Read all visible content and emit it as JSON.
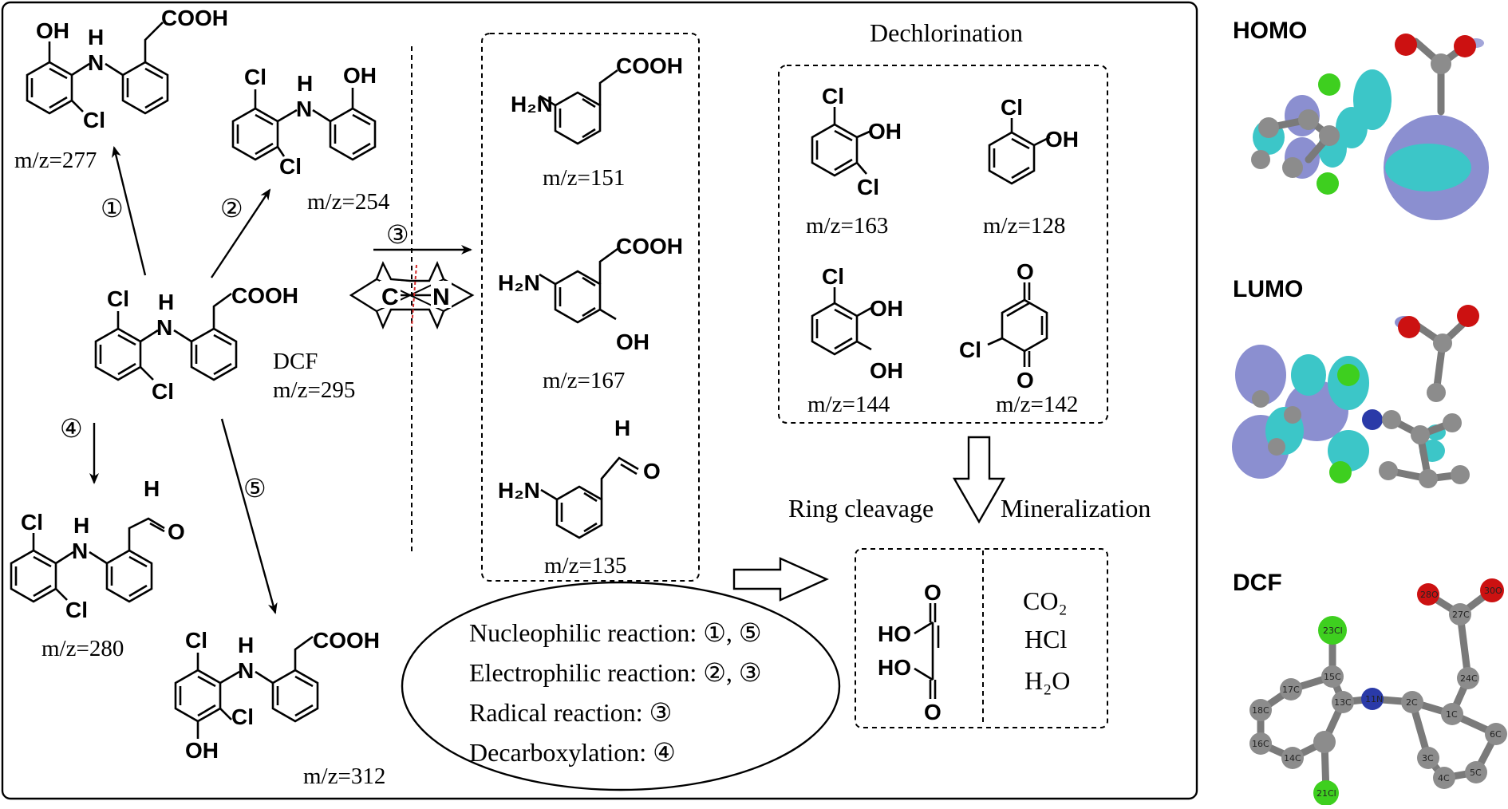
{
  "colors": {
    "carbon": "#8c8c8c",
    "oxygen": "#cc1111",
    "nitrogen": "#2a3aa8",
    "chlorine": "#3ecf1f",
    "hydrogen": "#f2f2f2",
    "lobe_purple": "#8b8fd0",
    "lobe_cyan": "#3cc6c8"
  },
  "molecules": {
    "m277": {
      "mz": "m/z=277",
      "labels": [
        "OH",
        "H",
        "N",
        "COOH",
        "Cl"
      ]
    },
    "m254": {
      "mz": "m/z=254",
      "labels": [
        "Cl",
        "H",
        "N",
        "OH",
        "Cl"
      ]
    },
    "dcf": {
      "name": "DCF",
      "mz": "m/z=295",
      "labels": [
        "Cl",
        "H",
        "N",
        "COOH",
        "Cl"
      ]
    },
    "m280": {
      "mz": "m/z=280",
      "labels": [
        "Cl",
        "H",
        "N",
        "H",
        "O",
        "Cl"
      ]
    },
    "m312": {
      "mz": "m/z=312",
      "labels": [
        "Cl",
        "H",
        "N",
        "COOH",
        "Cl",
        "OH"
      ]
    },
    "m151": {
      "mz": "m/z=151",
      "labels": [
        "H₂N",
        "COOH"
      ]
    },
    "m167": {
      "mz": "m/z=167",
      "labels": [
        "H₂N",
        "COOH",
        "OH"
      ]
    },
    "m135": {
      "mz": "m/z=135",
      "labels": [
        "H₂N",
        "H",
        "O"
      ]
    },
    "m163": {
      "mz": "m/z=163",
      "labels": [
        "Cl",
        "OH",
        "Cl"
      ]
    },
    "m128": {
      "mz": "m/z=128",
      "labels": [
        "Cl",
        "OH"
      ]
    },
    "m144": {
      "mz": "m/z=144",
      "labels": [
        "Cl",
        "OH",
        "OH"
      ]
    },
    "m142": {
      "mz": "m/z=142",
      "labels": [
        "O",
        "Cl",
        "O"
      ]
    },
    "maleic": {
      "labels": [
        "O",
        "HO",
        "HO",
        "O"
      ]
    }
  },
  "pathway_numbers": [
    "①",
    "②",
    "③",
    "④",
    "⑤"
  ],
  "cn_bond": {
    "c": "C",
    "n": "N"
  },
  "headings": {
    "dechlorination": "Dechlorination",
    "ring_cleavage": "Ring cleavage",
    "mineralization": "Mineralization"
  },
  "products": [
    "CO₂",
    "HCl",
    "H₂O"
  ],
  "reactions": [
    "Nucleophilic reaction: ①, ⑤",
    "Electrophilic reaction: ②, ③",
    "Radical reaction: ③",
    "Decarboxylation: ④"
  ],
  "orbital_panels": {
    "homo": "HOMO",
    "lumo": "LUMO",
    "dcf": "DCF"
  },
  "atom_labels": [
    "23Cl",
    "28O",
    "30O",
    "27C",
    "24C",
    "17C",
    "15C",
    "13C",
    "11N",
    "2C",
    "1C",
    "6C",
    "18C",
    "16C",
    "14C",
    "3C",
    "4C",
    "5C",
    "21Cl"
  ]
}
